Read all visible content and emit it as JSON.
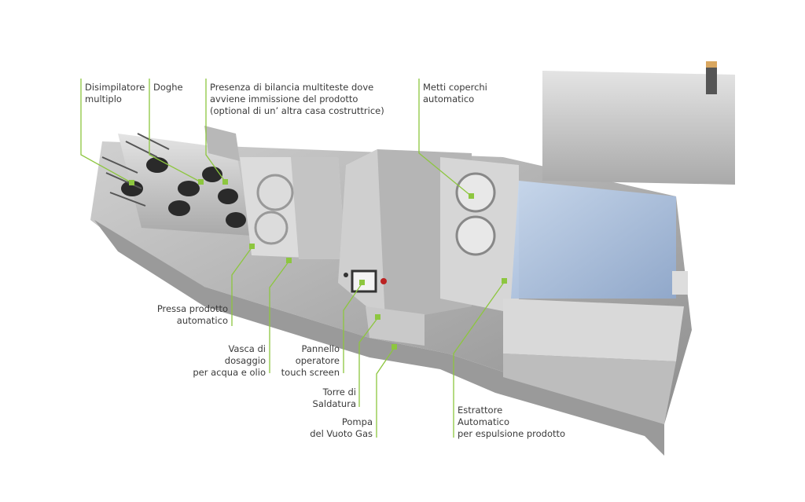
{
  "accent_color": "#8dc63f",
  "labels": {
    "disimpilatore": [
      "Disimpilatore",
      "multiplo"
    ],
    "doghe": [
      "Doghe"
    ],
    "bilancia": [
      "Presenza di bilancia multiteste dove",
      "avviene immissione del prodotto",
      "(optional di un’ altra casa costruttrice)"
    ],
    "coperchi": [
      "Metti coperchi",
      "automatico"
    ],
    "pressa": [
      "Pressa prodotto",
      "automatico"
    ],
    "vasca": [
      "Vasca di",
      "dosaggio",
      "per acqua e olio"
    ],
    "pannello": [
      "Pannello",
      "operatore",
      "touch screen"
    ],
    "torre": [
      "Torre di",
      "Saldatura"
    ],
    "pompa": [
      "Pompa",
      "del Vuoto Gas"
    ],
    "estrattore": [
      "Estrattore",
      "Automatico",
      "per espulsione prodotto"
    ]
  }
}
